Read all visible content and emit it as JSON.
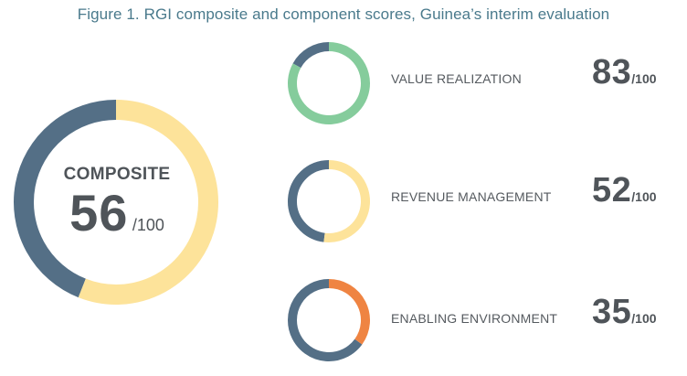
{
  "figure": {
    "title": "Figure 1. RGI composite and component scores, Guinea’s interim evaluation"
  },
  "composite": {
    "label": "COMPOSITE",
    "score": "56",
    "denominator": "/100"
  },
  "components": [
    {
      "label": "VALUE REALIZATION",
      "score": "83",
      "denominator": "/100"
    },
    {
      "label": "REVENUE MANAGEMENT",
      "score": "52",
      "denominator": "/100"
    },
    {
      "label": "ENABLING ENVIRONMENT",
      "score": "35",
      "denominator": "/100"
    }
  ],
  "chart_data": {
    "type": "pie",
    "variant": "donut",
    "max": 100,
    "remainder_color": "#546f86",
    "items": [
      {
        "label": "COMPOSITE",
        "value": 56,
        "color": "#fde39a"
      },
      {
        "label": "VALUE REALIZATION",
        "value": 83,
        "color": "#85cc9c"
      },
      {
        "label": "REVENUE MANAGEMENT",
        "value": 52,
        "color": "#fde39a"
      },
      {
        "label": "ENABLING ENVIRONMENT",
        "value": 35,
        "color": "#ef8442"
      }
    ]
  }
}
